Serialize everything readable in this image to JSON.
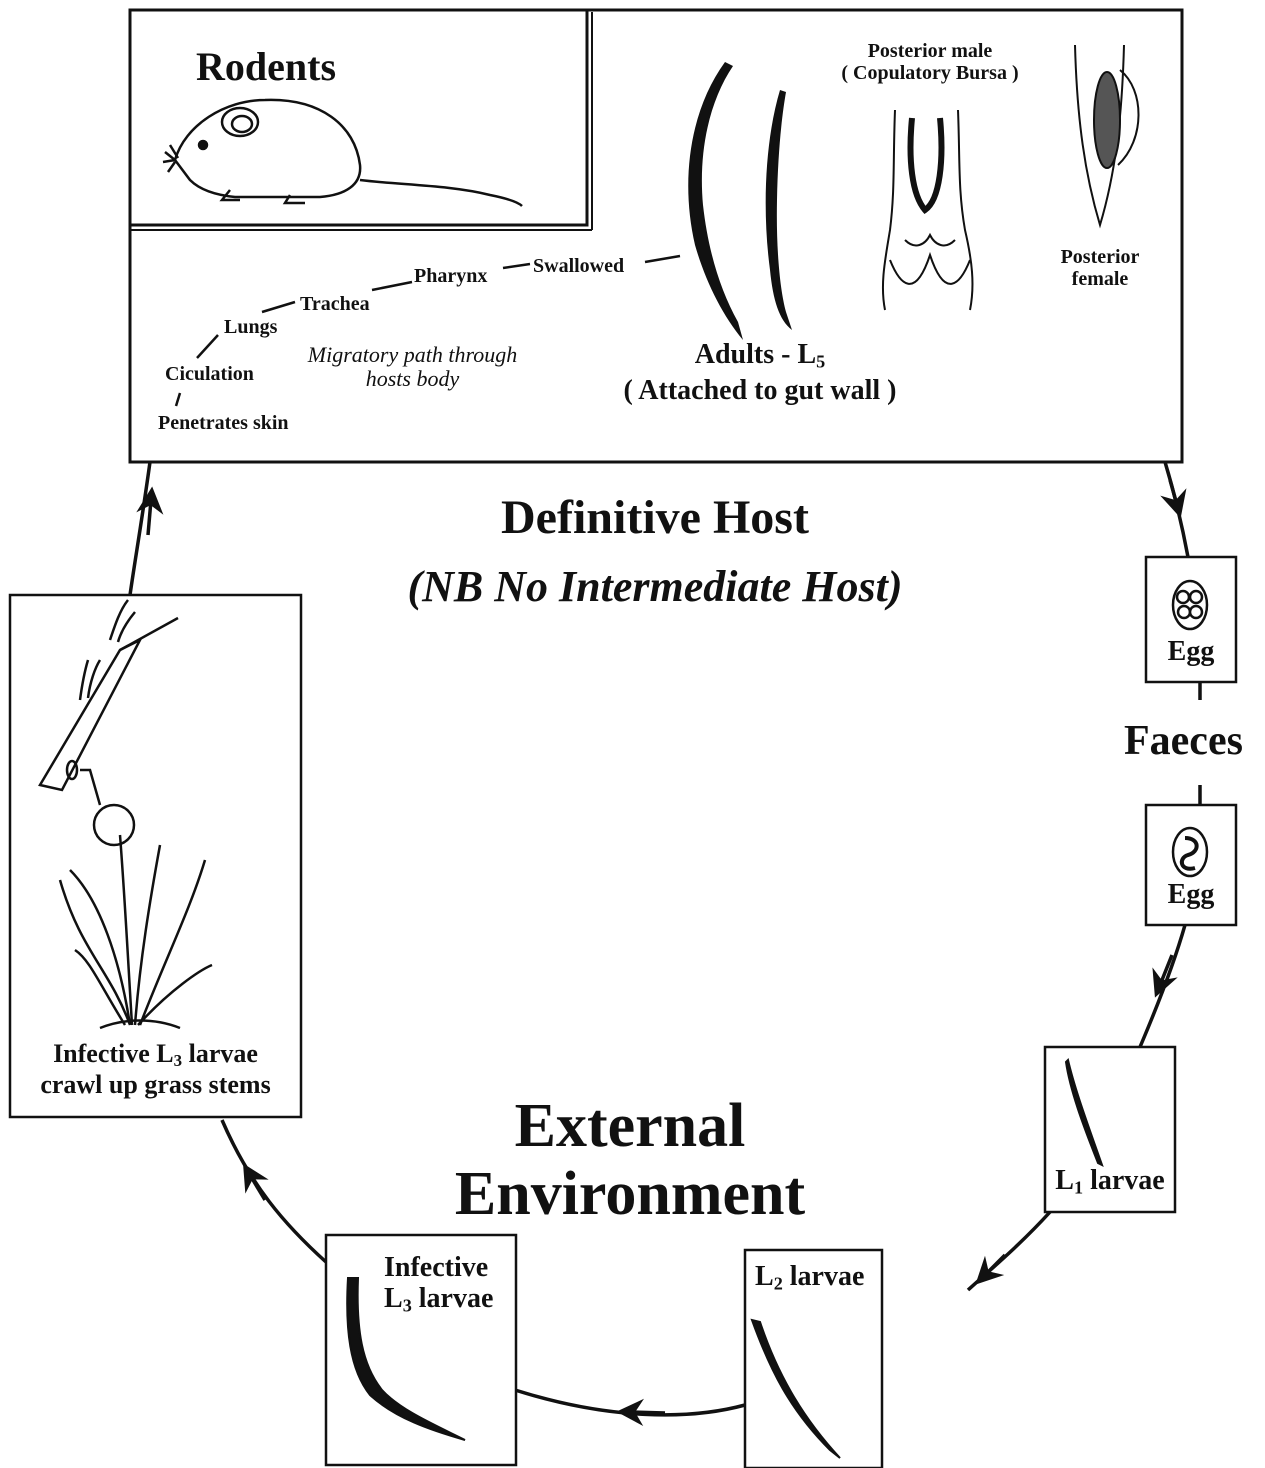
{
  "host_box": {
    "rodents_title": "Rodents",
    "path_steps": {
      "swallowed": "Swallowed",
      "pharynx": "Pharynx",
      "trachea": "Trachea",
      "lungs": "Lungs",
      "circulation": "Ciculation",
      "penetrates": "Penetrates skin"
    },
    "migratory_note_line1": "Migratory path through",
    "migratory_note_line2": "hosts body",
    "adults_main": "Adults - L",
    "adults_sub": "5",
    "adults_note": "( Attached to gut wall )",
    "posterior_male_line1": "Posterior male",
    "posterior_male_line2": "( Copulatory Bursa )",
    "posterior_female_line1": "Posterior",
    "posterior_female_line2": "female"
  },
  "center": {
    "definitive_host": "Definitive Host",
    "no_intermediate": "(NB No Intermediate Host)",
    "external_line1": "External",
    "external_line2": "Environment"
  },
  "stages": {
    "egg1": "Egg",
    "faeces": "Faeces",
    "egg2": "Egg",
    "l1_main": "L",
    "l1_sub": "1",
    "l1_suffix": " larvae",
    "l2_main": "L",
    "l2_sub": "2",
    "l2_suffix": " larvae",
    "l3_line1": "Infective",
    "l3_main": "L",
    "l3_sub": "3",
    "l3_suffix": " larvae",
    "grass_line1_pre": "Infective L",
    "grass_line1_sub": "3",
    "grass_line1_post": " larvae",
    "grass_line2": "crawl up grass stems"
  }
}
